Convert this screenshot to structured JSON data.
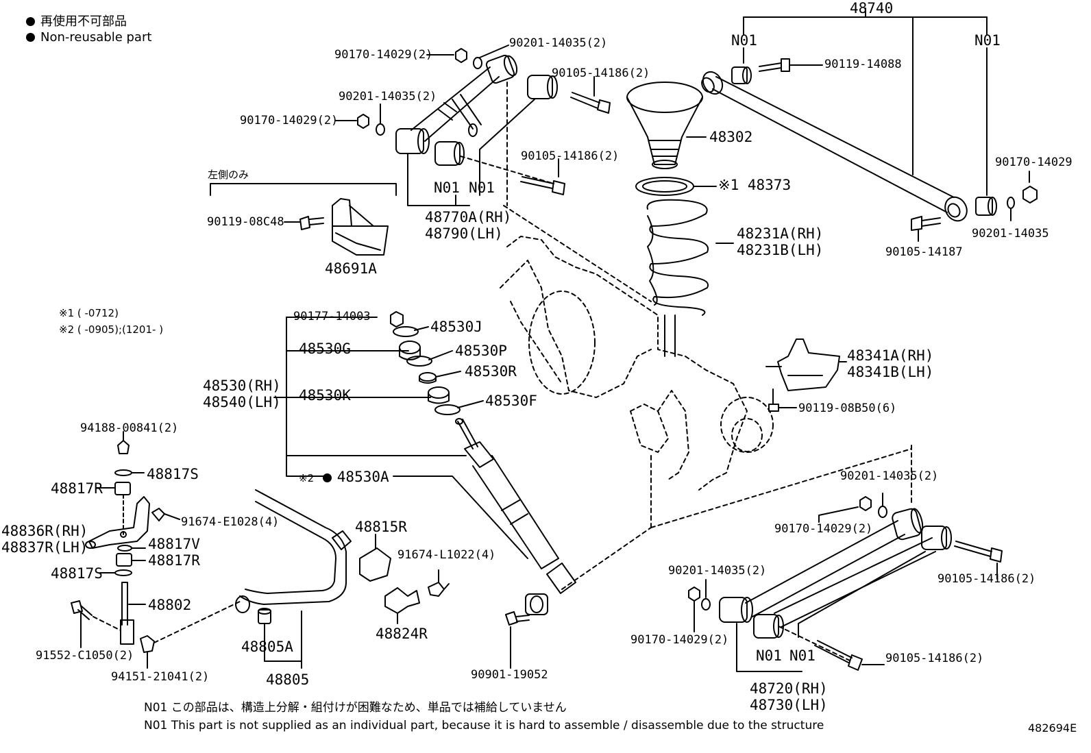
{
  "legend": {
    "jp": "再使用不可部品",
    "en": "Non-reusable part"
  },
  "figure_id": "482694E",
  "conditions": {
    "c1": "※1 (     -0712)",
    "c2": "※2 (     -0905);(1201-     )"
  },
  "footnotes": {
    "jp": "N01  この部品は、構造上分解・組付けが困難なため、単品では補給していません",
    "en": "N01  This part is not supplied as an individual part, because it is hard to assemble / disassemble due to the structure"
  },
  "left_only": "左側のみ",
  "labels": {
    "p48740": "48740",
    "n01_a": "N01",
    "n01_b": "N01",
    "p90119_14088": "90119-14088",
    "p90170_14029_r": "90170-14029",
    "p90201_14035_r": "90201-14035",
    "p90105_14187": "90105-14187",
    "p90170_14029_t1": "90170-14029(2)",
    "p90201_14035_t1": "90201-14035(2)",
    "p90201_14035_t2": "90201-14035(2)",
    "p90170_14029_t2": "90170-14029(2)",
    "p90105_14186_t1": "90105-14186(2)",
    "p90105_14186_t2": "90105-14186(2)",
    "n01_c": "N01",
    "n01_d": "N01",
    "p48770A": "48770A(RH)",
    "p48790": "48790(LH)",
    "p48302": "48302",
    "p48373": "※1 48373",
    "p48231A": "48231A(RH)",
    "p48231B": "48231B(LH)",
    "p90119_08C48": "90119-08C48",
    "p48691A": "48691A",
    "p90177_14003": "90177-14003",
    "p48530J": "48530J",
    "p48530G": "48530G",
    "p48530P": "48530P",
    "p48530R": "48530R",
    "p48530RH": "48530(RH)",
    "p48540LH": "48540(LH)",
    "p48530K": "48530K",
    "p48530F": "48530F",
    "p48530A": "48530A",
    "p48530A_pre": "※2",
    "p48341A": "48341A(RH)",
    "p48341B": "48341B(LH)",
    "p90119_08B50": "90119-08B50(6)",
    "p94188_00841": "94188-00841(2)",
    "p48817S_t": "48817S",
    "p48817R_t": "48817R",
    "p91674_E1028": "91674-E1028(4)",
    "p48836R": "48836R(RH)",
    "p48837R": "48837R(LH)",
    "p48817V": "48817V",
    "p48817R_b": "48817R",
    "p48817S_b": "48817S",
    "p48802": "48802",
    "p91552_C1050": "91552-C1050(2)",
    "p94151_21041": "94151-21041(2)",
    "p48805A": "48805A",
    "p48805": "48805",
    "p48815R": "48815R",
    "p91674_L1022": "91674-L1022(4)",
    "p48824R": "48824R",
    "p90901_19052": "90901-19052",
    "p90201_14035_b1": "90201-14035(2)",
    "p90170_14029_b1": "90170-14029(2)",
    "p90105_14186_b1": "90105-14186(2)",
    "p90201_14035_b2": "90201-14035(2)",
    "p90170_14029_b2": "90170-14029(2)",
    "p90105_14186_b2": "90105-14186(2)",
    "n01_e": "N01",
    "n01_f": "N01",
    "p48720": "48720(RH)",
    "p48730": "48730(LH)"
  }
}
